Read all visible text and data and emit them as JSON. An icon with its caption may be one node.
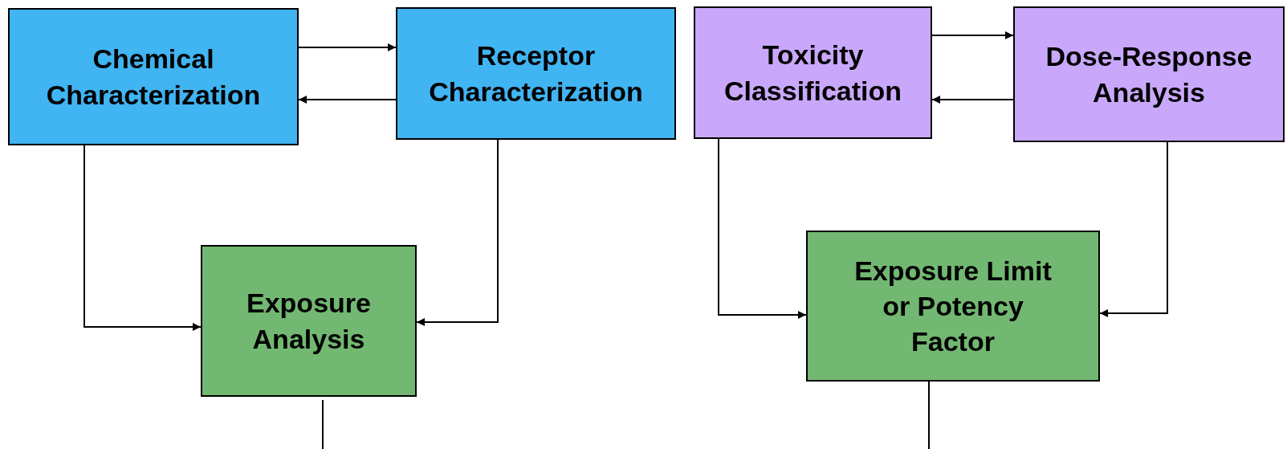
{
  "diagram": {
    "nodes": [
      {
        "text": [
          "Chemical Characterization"
        ]
      },
      {
        "text": [
          "Receptor Characterization"
        ]
      },
      {
        "text": [
          "Toxicity Classification"
        ]
      },
      {
        "text": [
          "Dose-Response Analysis"
        ]
      },
      {
        "text": [
          "Exposure Analysis"
        ]
      },
      {
        "text": [
          "Exposure Limit or Potency Factor"
        ]
      }
    ],
    "edges": [
      {
        "from": 0,
        "to": 1,
        "arrow": "to"
      },
      {
        "from": 1,
        "to": 0,
        "arrow": "to"
      },
      {
        "from": 0,
        "to": 4,
        "arrow": "to"
      },
      {
        "from": 1,
        "to": 4,
        "arrow": "to"
      },
      {
        "from": 4,
        "to": null,
        "arrow": "none"
      },
      {
        "from": 2,
        "to": 3,
        "arrow": "to"
      },
      {
        "from": 3,
        "to": 2,
        "arrow": "to"
      },
      {
        "from": 2,
        "to": 5,
        "arrow": "to"
      },
      {
        "from": 3,
        "to": 5,
        "arrow": "to"
      },
      {
        "from": 5,
        "to": null,
        "arrow": "none"
      }
    ]
  }
}
